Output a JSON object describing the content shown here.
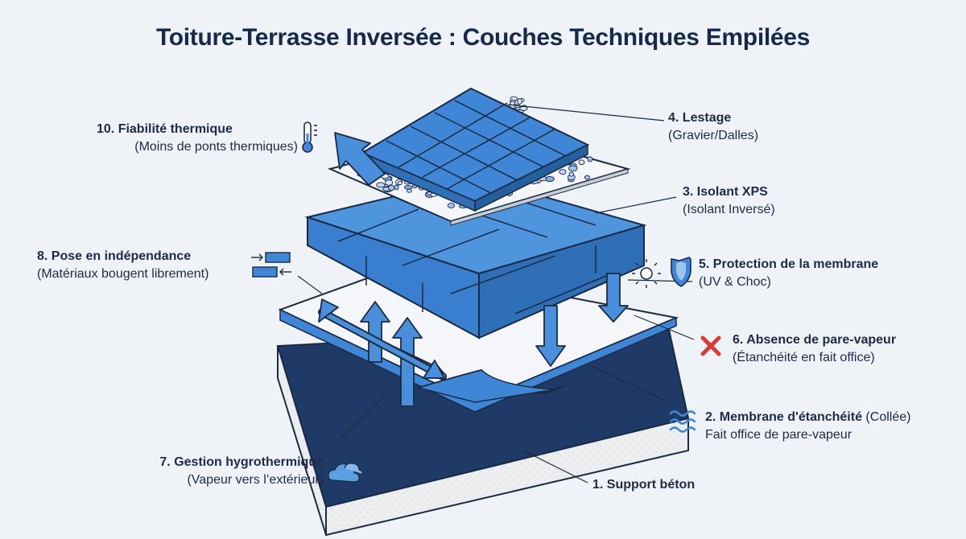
{
  "title": "Toiture-Terrasse Inversée : Couches Techniques Empilées",
  "labels": {
    "l4_title": "4. Lestage",
    "l4_sub": "(Gravier/Dalles)",
    "l3_title": "3. Isolant XPS",
    "l3_sub": "(Isolant Inversé)",
    "l5_title": "5. Protection de la membrane",
    "l5_sub": "(UV & Choc)",
    "l6_title": "6. Absence de pare-vapeur",
    "l6_sub": "(Étanchéité en fait office)",
    "l2_title": "2. Membrane d'étanchéité",
    "l2_extra": " (Collée)",
    "l2_sub": "Fait office de pare-vapeur",
    "l1_title": "1. Support béton",
    "l10_title": "10. Fiabilité thermique",
    "l10_sub": "(Moins de ponts thermiques)",
    "l8_title": "8. Pose en indépendance",
    "l8_sub": "(Matériaux bougent librement)",
    "l7_title": "7. Gestion hygrothermique",
    "l7_sub": "(Vapeur vers l’extérieur)"
  },
  "icons": {
    "thermometer": "thermometer-icon",
    "sun": "sun-icon",
    "shield": "shield-icon",
    "cross": "cross-icon",
    "waves": "waves-icon",
    "cloud": "cloud-icon",
    "movement": "movement-blocks-icon"
  },
  "colors": {
    "title": "#16294a",
    "blue": "#3f86d6",
    "blue_light": "#5b9ee3",
    "blue_dark": "#1f5d9e",
    "navy": "#1e3a66",
    "concrete": "#e9ecef",
    "red": "#d63b3b"
  }
}
